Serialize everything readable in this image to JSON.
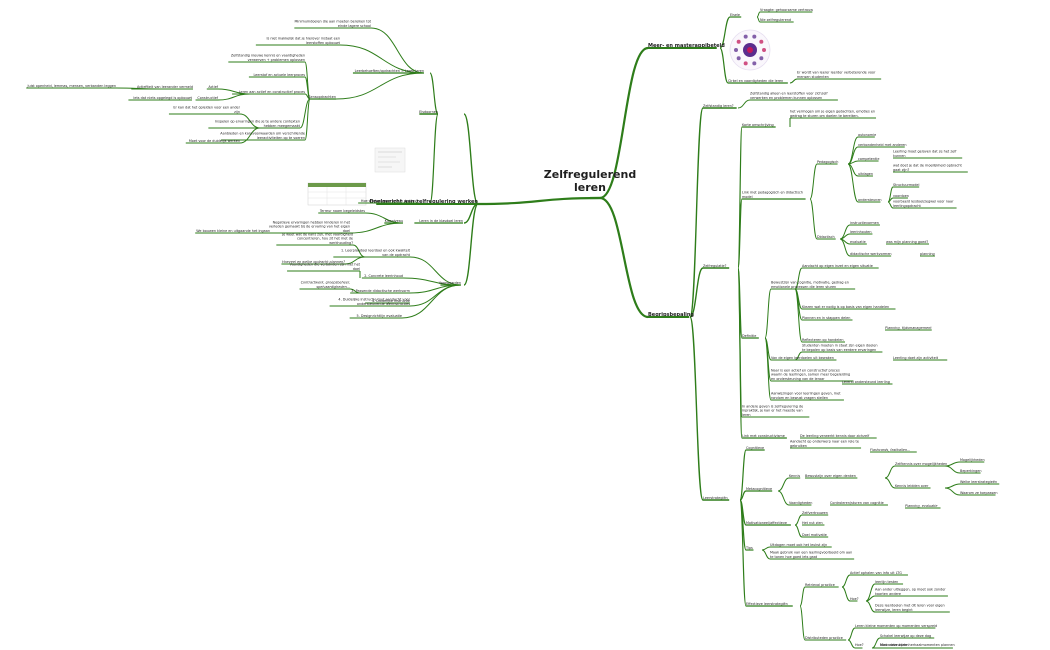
{
  "center": {
    "title_line1": "Zelfregulerend",
    "title_line2": "leren"
  },
  "colors": {
    "branch": "#2e7d1a",
    "badge": "#5b2d8e",
    "badge_accent": "#c2185b"
  },
  "nodes": {
    "n_meer": "Meer- en masterappjbeteld",
    "n_eisele": "Eisele",
    "n_vraagte": "Vraagte: gehoorzame vertrouw",
    "n_nie": "Nie zelfregulerend",
    "n_cirkel": "Cirkel en vaardigheden die leren",
    "n_wordt": "Er wordt van leerer leerder verbeterende voor mensen studenten",
    "n_begrip": "Begripsbepaling",
    "n_zelfstandig": "Zelfstandig leren?",
    "n_zelfst_desc": "Zelfstandig alleen en leerstoffen voor zichzelf verwerken en problemen kunnen oplossen",
    "n_zelfregulatie": "Zelfregulatie?",
    "n_korte": "Korte omschrijving",
    "n_korte_desc": "het vermogen om je eigen gedachten, emoties en gedrag te sturen om doelen te bereiken.",
    "n_ped": "Pedagogisch",
    "n_auto": "autonomie",
    "n_verant": "verbondenheid met anderen",
    "n_comp": "competentie",
    "n_comp_desc": "Leerling moet geloven dat ze het zelf kunnen",
    "n_uitd": "uitdagen",
    "n_uitd_desc": "wat doet je dat de moeilijkheid opbracht gaat zijn?",
    "n_onder": "ondersteunen",
    "n_structuur": "Structuurmodel",
    "n_voordoen": "voordoen",
    "n_voorbeeld": "voorbeeld lesdoel/zegwel voor naar leerlingopdracht",
    "n_model": "Link met pedagogisch en didactisch model",
    "n_didact": "Didactisch",
    "n_instructie": "instructievormen",
    "n_leerinh": "leerinhouten",
    "n_evaluatie": "evaluatie",
    "n_evaluatie_desc": "was mijn planning goed?",
    "n_didact_werk": "didactische werkvormen",
    "n_planning": "planning",
    "n_definitie": "Definitie",
    "n_d1": "Aandacht op eigen inzet en eigen situatie",
    "n_d2": "Bewustzijn van cognitie, motivatie, gedrag en emotionele processen die leren sturen",
    "n_d3": "Kiezen wat er nodig is op basis van eigen handelen",
    "n_d4": "Plannen en in stappen delen",
    "n_d5": "Planning, tijdsmanagement",
    "n_d6": "Reflecteren op handelen",
    "n_d7": "Van de eigen leerdoelen uit bewaken",
    "n_d7_desc": "Studenten moeten in staat zijn eigen doelen te bepalen op basis van eerdere ervaringen",
    "n_d7_res": "Leerling doet zijn activiteit",
    "n_d8": "Naar is een actief en constructief proces waarin de leerlingen, samen meer begeleiding en ondersteuning van de leraar",
    "n_d8_res": "Lerend ondersteund leerling",
    "n_d9": "Aanwijzingen voor leerlingen geven, met rondom en bewust vragen stellen",
    "n_anders": "In andere geven is zelfregulering de inpraktijk, je kan er het meeste van leren",
    "n_link_constr": "Link met constructivisme",
    "n_link_constr_desc": "De leerling verwerkt kennis door zichzelf",
    "n_leerstrat": "Leerstrategiën",
    "n_cognitief": "Cognitieve",
    "n_cog_desc": "Aandacht op onderwerp naar een rele te gebruiken",
    "n_flash": "Flashcards, fastballen...",
    "n_meta": "Metacognitieve",
    "n_kennis": "Kennis",
    "n_bewust": "Bewustzijn over eigen denken",
    "n_zelfk": "Zelfkennis over mogelijkheden",
    "n_mogelijk": "Mogelijkheden",
    "n_beperking": "Beperkingen",
    "n_kennis_leren": "Kennis leidden over",
    "n_welke": "Welke leerstrategieën",
    "n_waarom": "Waarom ze toepassen",
    "n_vaardig": "Vaardigheden",
    "n_controle": "Controleren/sturen van cognitie",
    "n_plan_ev": "Planning, evaluatie",
    "n_motiv": "Motivationeel/affectieve",
    "n_zelfvert": "Zelfvertrouwen",
    "n_interesse": "Het nut zien",
    "n_doelmotiv": "Doel motivatie",
    "n_tips": "Tips",
    "n_tip1": "Uitdagen moet ook het leukst zijn",
    "n_tip2": "Maak gebruik van een leerlingvoorbeeld om aan te tonen hoe goed iets gaat",
    "n_eff": "Effectieve leerstrategiën",
    "n_retrieval": "Retrieval practice",
    "n_ret1": "Actief ophalen van info uit LTG",
    "n_hoe1": "Hoe?",
    "n_h1": "leerlijn testen",
    "n_h2": "Aan ander uitleggen, op moet ook zonder kaarten andere",
    "n_h3": "Deze leerdoelen met dit leren voor eigen leerwijze, leren begint",
    "n_distrib": "Distributeden practice",
    "n_dis1": "Leren kleine momenten op momenten verspreid",
    "n_hoe2": "Hoe?",
    "n_h4": "Schakel leerwijze op deze dag",
    "n_h5": "Maar deze korte herhaalmomenten plannen",
    "n_h6": "Niet onderwijzen",
    "n_doorgericht": "Doelgericht aan zelfregulering werken",
    "n_ekeldoorn": "Elsdoornen",
    "n_minimum": "Minimumdoelen die aan moeten bereiken tot einde lagere school",
    "n_leerbeh": "Leerbehoeften/opdrachten = Leren leren",
    "n_ismis": "Is niet makkelijk dat je hierover instaat een leerstoffen opbouwt",
    "n_zelfstandig2": "Zelfstandig nieuwe kennis en vaardigheden verwerven + problemen oplossen",
    "n_ledenkeus": "Leerstof en actuele leerproces",
    "n_sens": "Sensopdrachten",
    "n_actief": "Actief",
    "n_act_desc": "Actiefiteit van leerander vermeld",
    "n_juist": "Juist openheid, lemmas, mensen, verbanden leggen",
    "n_construct": "Constructief",
    "n_construct_desc": "Iets dat niets opgelegd is opbouwt",
    "n_leeraanp": "Leren aan actief en constructief proces",
    "n_kan": "Er kan dat het opleiden voor een ander zijn",
    "n_inspelen": "Inspelen op ervaringen die je te andere contexten hebben meegemaakt",
    "n_aanbieden": "Aanbieden en kansvoorwaarden om verschillende leeractiviteiten op te voeren",
    "n_moet": "Moet voor de duidelijk werken",
    "n_hoe_werken": "Hoe werken we er aan in de klas?",
    "n_klasniveau": "Klasniveau",
    "n_lerendeklas": "Leren in de klasdoel leren",
    "n_terug": "Terreur naam begeleidstes",
    "n_negatieve": "Negatieve ervaringen hebben kinderen in het verleden gemaakt bij de ervaring van het eigen doel",
    "n_webouwen": "We bouwen kleine en uitgaande het ingaan",
    "n_voorwaarden": "Voorwaarden",
    "n_v1": "1. Leerplandoel leerdoel en ook kwaliteit van de opdracht",
    "n_v1a": "Je weet wat de kans zijn, met vaardigheid concentreren, hou zit het met de werkhouding?",
    "n_v1b": "Hoeveel en welke opdracht plannen?",
    "n_v2": "2. Concrete leerinhoud",
    "n_v2a": "Vaardigheden die verbonden zijn met het doel",
    "n_v3": "3. Passende didactische werkvorm",
    "n_v3a": "Contractwerk, groepsbeheer, spelvaardigheden...",
    "n_v4": "4. Duidelijke instructie",
    "n_v4a": "4. Duidelijke instructie tout aandacht voor ondersteunende leerinstructies",
    "n_v5": "5. Designrichtlijn evaluatie"
  }
}
